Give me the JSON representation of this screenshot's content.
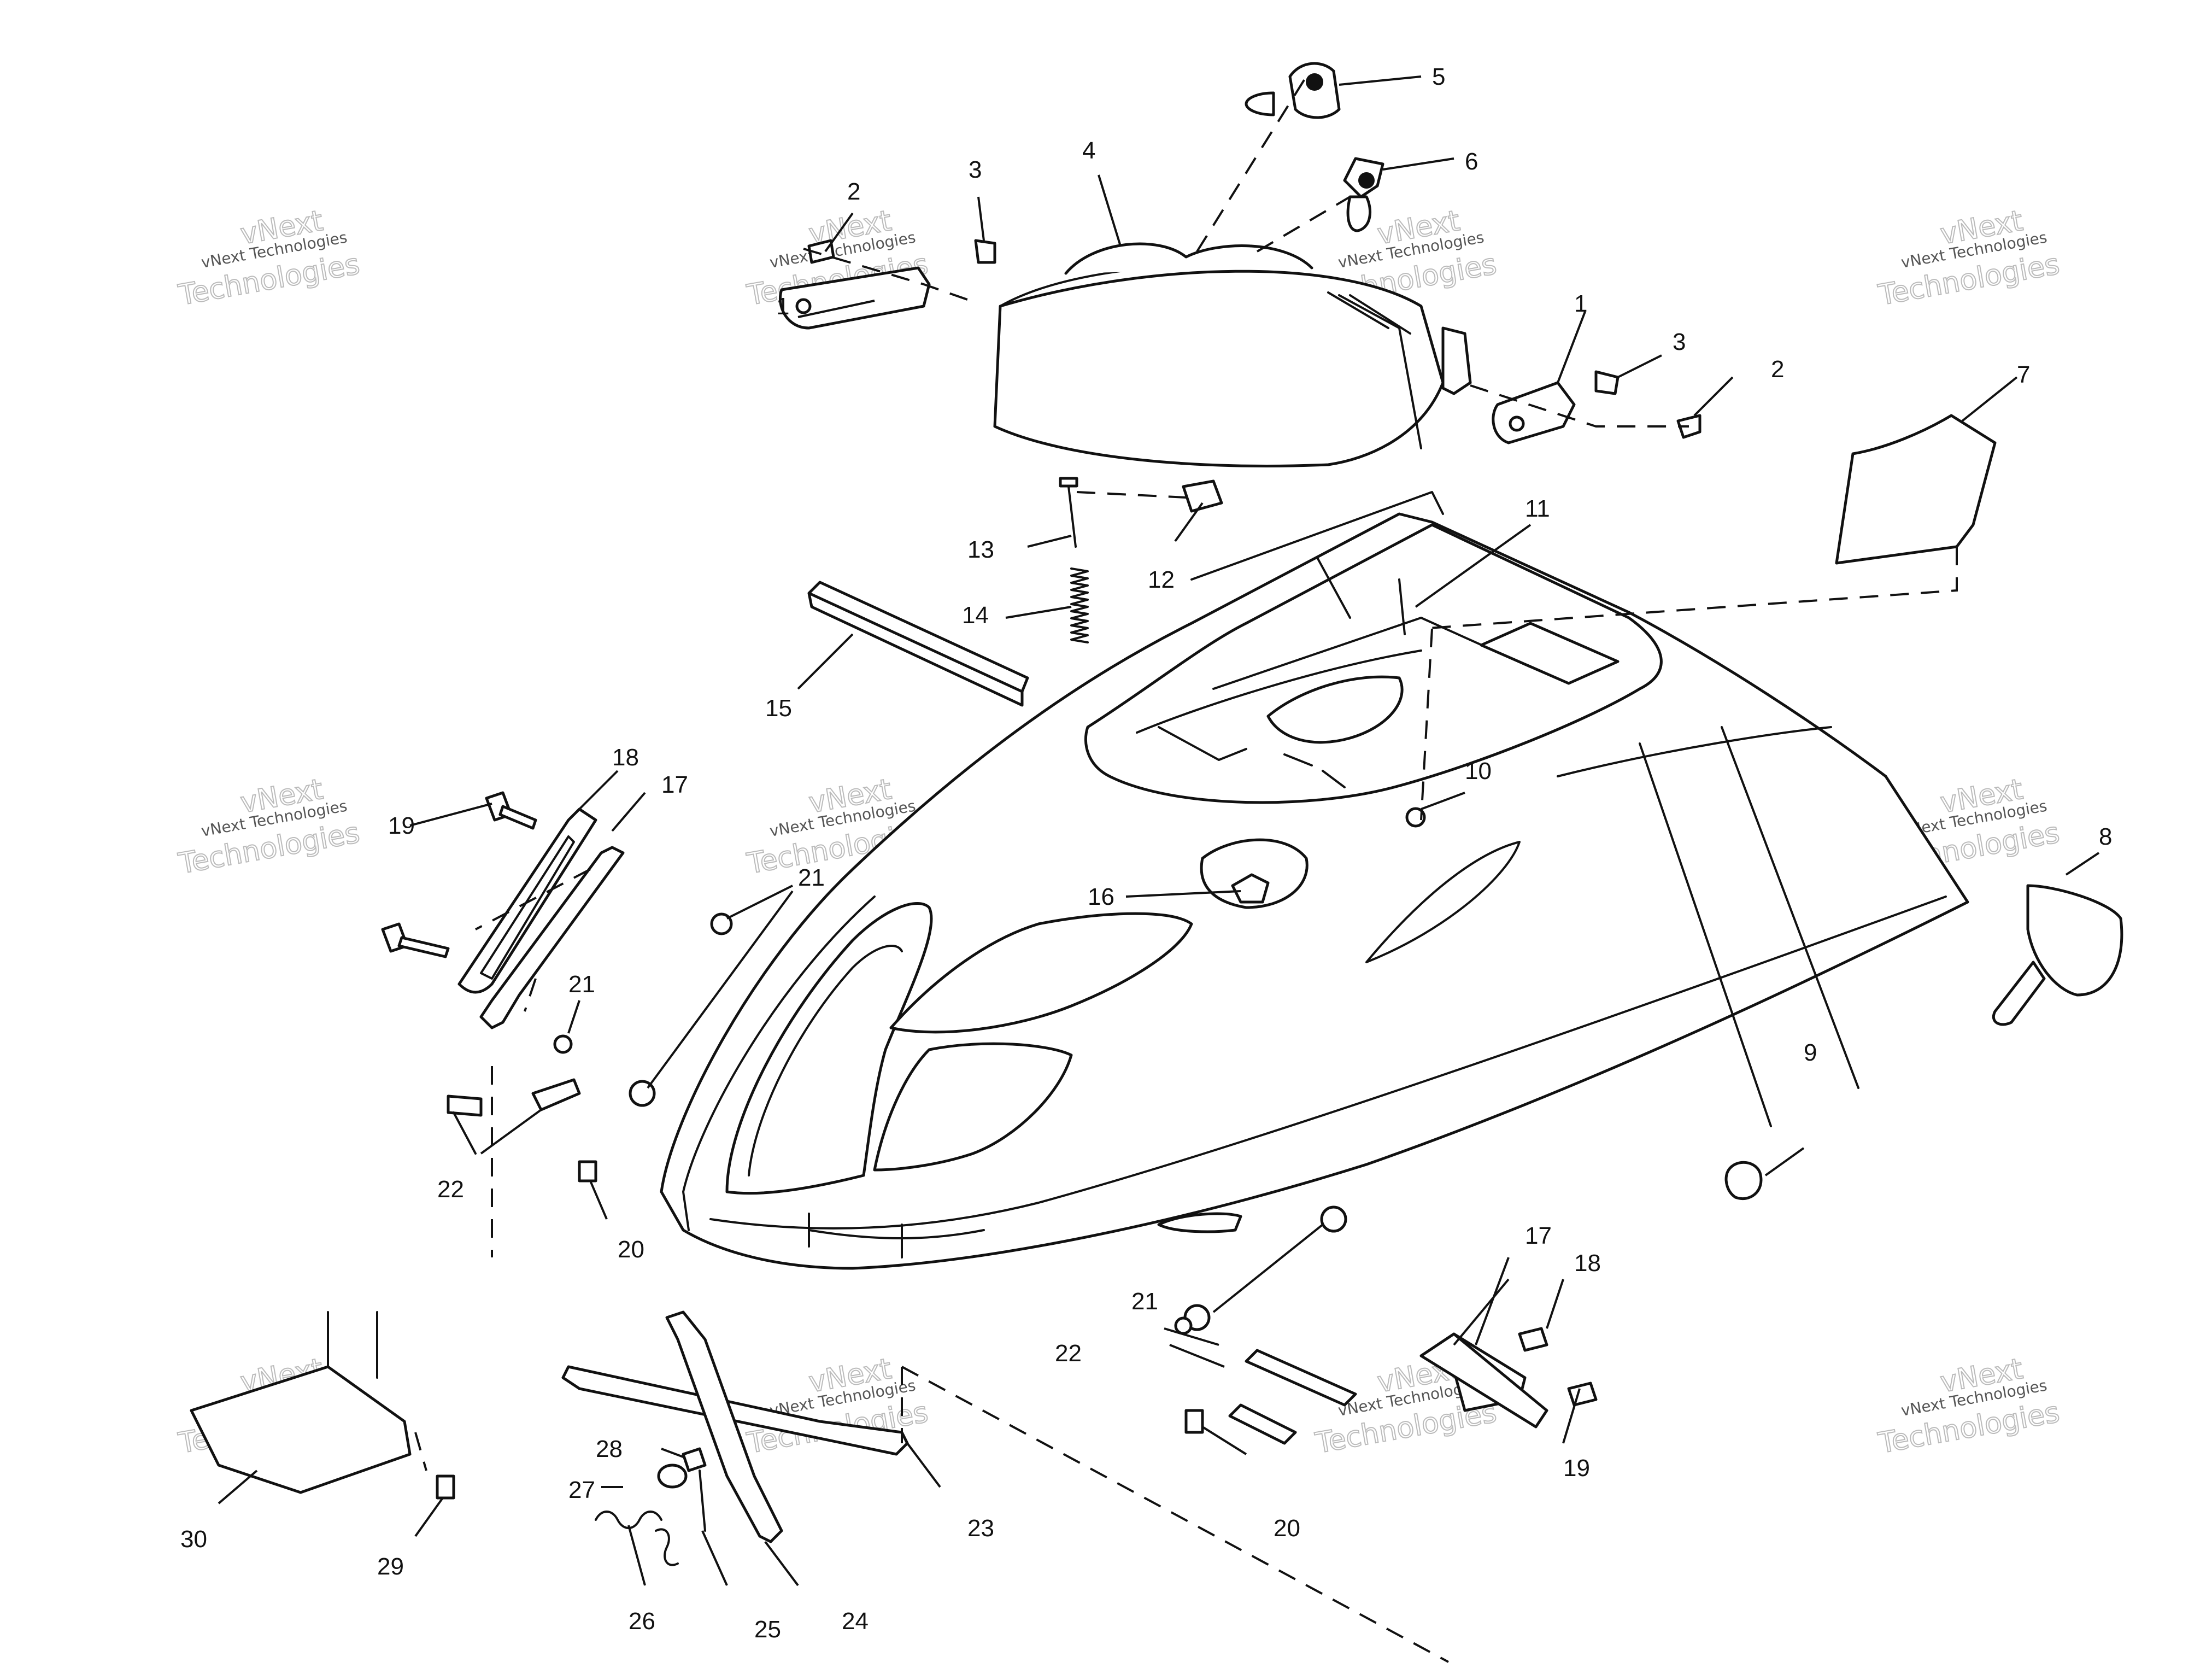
{
  "watermark": {
    "brand_line": "vNext Technologies",
    "big_top": "vNext",
    "big_bottom": "Technologies"
  },
  "callouts": [
    "1",
    "1",
    "2",
    "2",
    "3",
    "3",
    "4",
    "5",
    "6",
    "7",
    "8",
    "9",
    "10",
    "11",
    "12",
    "13",
    "14",
    "15",
    "16",
    "17",
    "17",
    "18",
    "18",
    "19",
    "19",
    "20",
    "20",
    "21",
    "21",
    "21",
    "22",
    "22",
    "23",
    "24",
    "25",
    "26",
    "27",
    "28",
    "29",
    "30"
  ]
}
